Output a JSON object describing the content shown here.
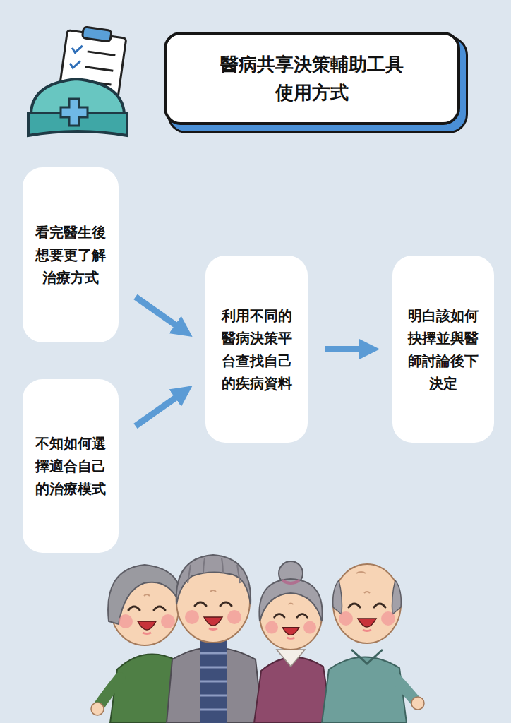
{
  "diagram": {
    "title": "醫病共享決策輔助工具 使用方式",
    "nodes": [
      {
        "text": [
          "看完醫生後 想要更了解 治療方式"
        ]
      },
      {
        "text": [
          "不知如何選 擇適合自己 的治療模式"
        ]
      },
      {
        "text": [
          "利用不同的 醫病決策平 台查找自己 的疾病資料"
        ]
      },
      {
        "text": [
          "明白該如何 抉擇並與醫 師討論後下 決定"
        ]
      }
    ],
    "edges": [
      {
        "from": 0,
        "to": 2,
        "arrow": "to"
      },
      {
        "from": 1,
        "to": 2,
        "arrow": "to"
      },
      {
        "from": 2,
        "to": 3,
        "arrow": "to"
      }
    ]
  }
}
